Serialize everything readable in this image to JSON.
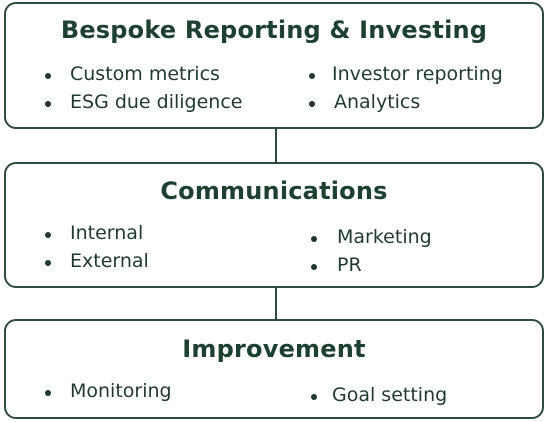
{
  "boxes": [
    {
      "title": "Bespoke Reporting & Investing",
      "items": [
        "Custom metrics",
        "ESG due diligence",
        "Investor reporting",
        "Analytics"
      ]
    },
    {
      "title": "Communications",
      "items": [
        "Internal",
        "External",
        "Marketing",
        "PR"
      ]
    },
    {
      "title": "Improvement",
      "items": [
        "Monitoring",
        "Goal setting"
      ]
    }
  ]
}
